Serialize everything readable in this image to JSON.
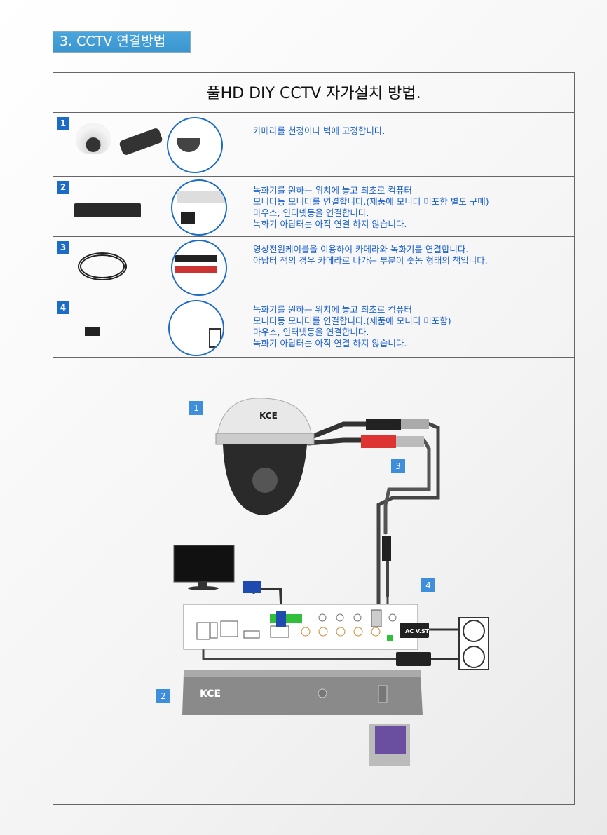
{
  "section_title": "3. CCTV 연결방법",
  "heading": "풀HD DIY CCTV 자가설치 방법.",
  "steps": [
    {
      "num": "1",
      "text": "카메라를 천정이나 벽에 고정합니다."
    },
    {
      "num": "2",
      "text": "녹화기를 원하는 위치에 놓고 최초로 컴퓨터\n모니터등 모니터를 연결합니다.(제품에 모니터 미포함 별도 구매)\n마우스, 인터넷등을 연결합니다.\n녹화기 아답터는 아직 연결 하지 않습니다."
    },
    {
      "num": "3",
      "text": "영상전원케이블을 이용하여 카메라와 녹화기를 연결합니다.\n아답터 잭의 경우 카메라로 나가는 부분이 숫놈 형태의 책입니다."
    },
    {
      "num": "4",
      "text": "녹화기를 원하는 위치에 놓고 최초로 컴퓨터\n모니터등 모니터를 연결합니다.(제품에 모니터 미포함)\n마우스, 인터넷등을 연결합니다.\n녹화기 아답터는 아직 연결 하지 않습니다."
    }
  ],
  "diagram": {
    "labels": [
      "1",
      "2",
      "3",
      "4"
    ],
    "brand": "KCE",
    "adapter_label": "AC V.ST"
  }
}
